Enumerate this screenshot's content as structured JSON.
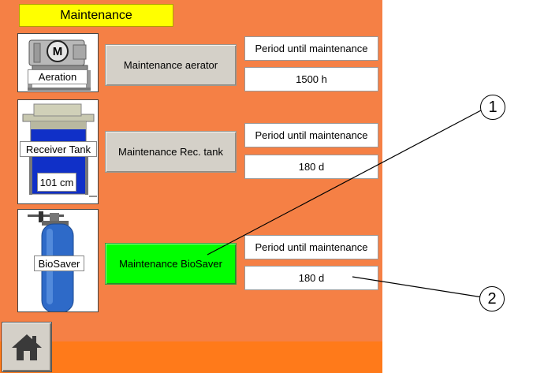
{
  "window": {
    "title": "Maintenance"
  },
  "rows": [
    {
      "equipment_label": "Aeration",
      "motor_symbol": "M",
      "button_label": "Maintenance aerator",
      "period_label": "Period until maintenance",
      "period_value": "1500 h",
      "active": false
    },
    {
      "equipment_label": "Receiver Tank",
      "level_value": "101 cm",
      "button_label": "Maintenance Rec. tank",
      "period_label": "Period until maintenance",
      "period_value": "180 d",
      "active": false
    },
    {
      "equipment_label": "BioSaver",
      "button_label": "Maintenance BioSaver",
      "period_label": "Period until maintenance",
      "period_value": "180 d",
      "active": true
    }
  ],
  "callouts": [
    "1",
    "2"
  ],
  "icons": {
    "home": "home-icon"
  },
  "colors": {
    "background": "#f58045",
    "title_bg": "#ffff00",
    "active_button": "#00ff00",
    "bottom_bar": "#ff7a1a"
  }
}
